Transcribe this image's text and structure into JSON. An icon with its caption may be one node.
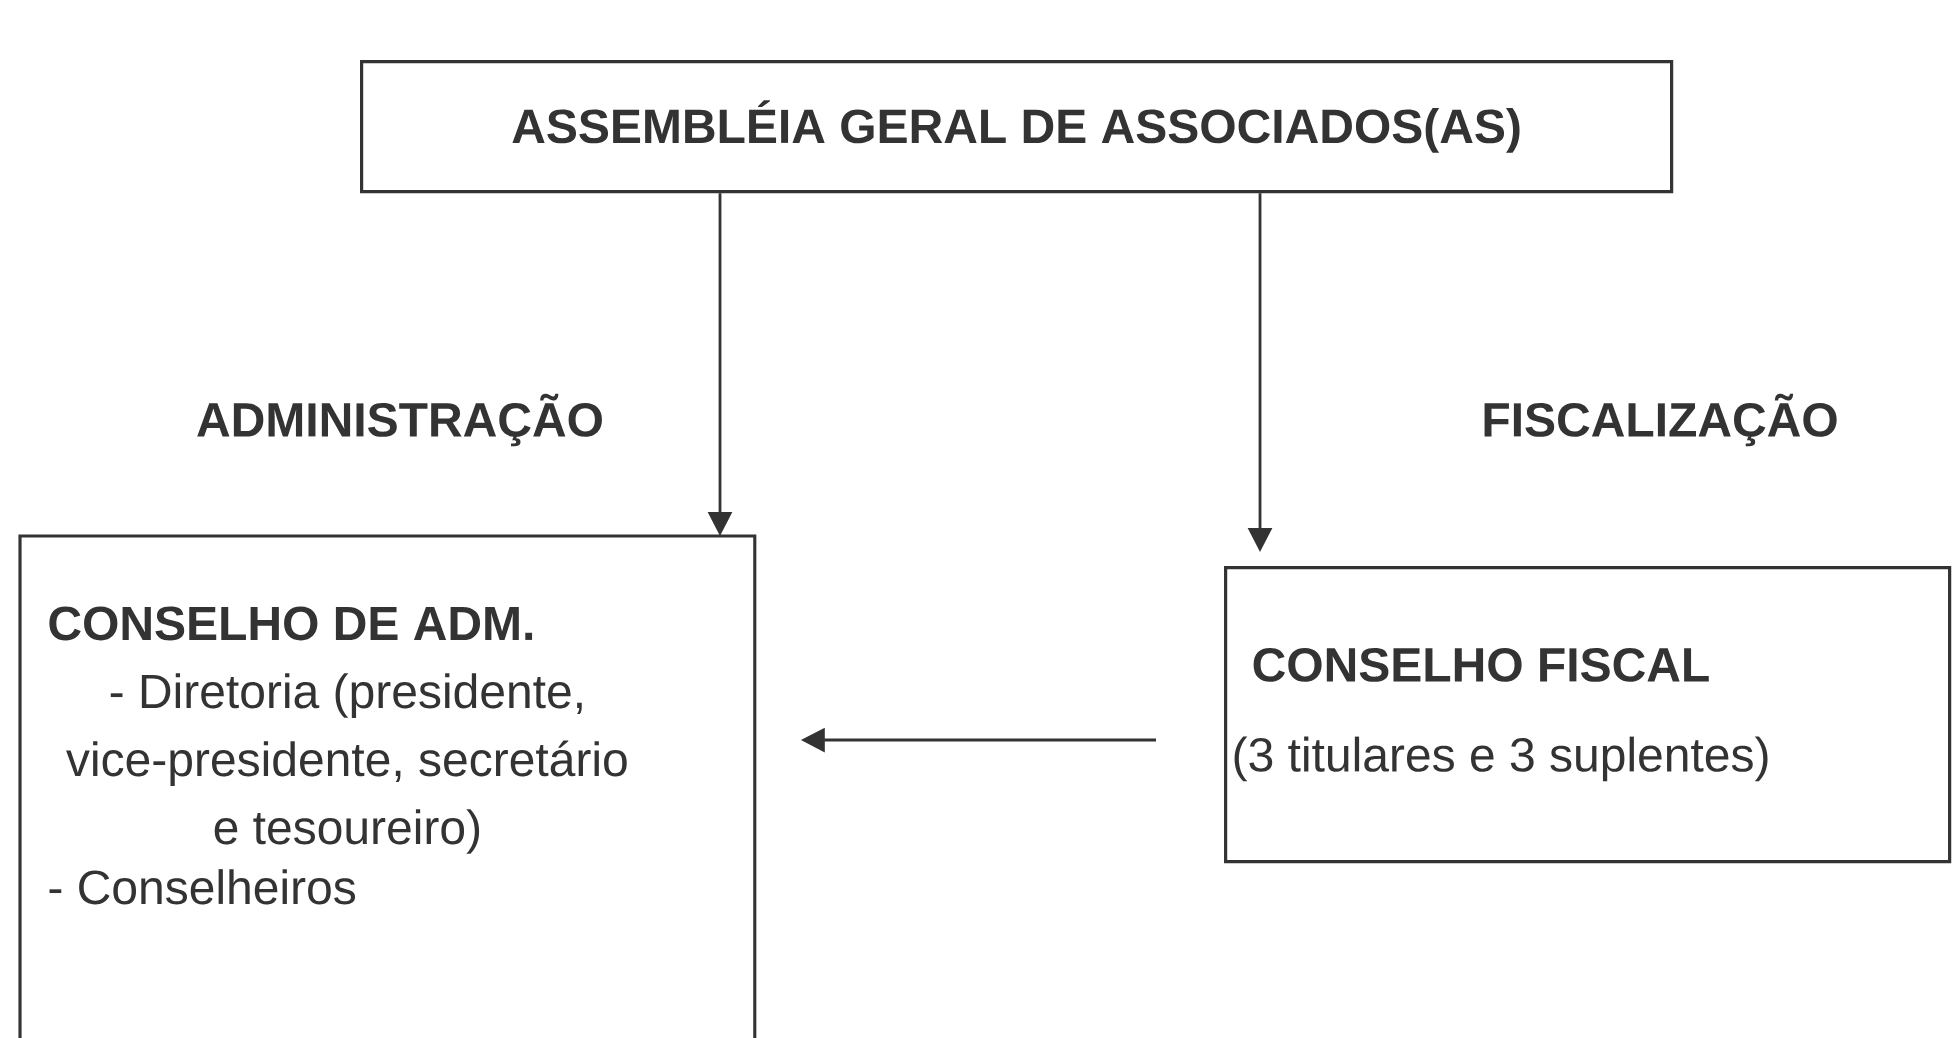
{
  "diagram": {
    "nodes": [
      {
        "text": [
          "ASSEMBLÉIA GERAL DE ASSOCIADOS(AS)"
        ]
      },
      {
        "text": [
          "CONSELHO DE ADM.",
          "- Diretoria (presidente, vice-presidente, secretário e tesoureiro)",
          "- Conselheiros"
        ]
      },
      {
        "text": [
          "CONSELHO FISCAL",
          "(3 titulares e 3 suplentes)"
        ]
      }
    ],
    "edges": [
      {
        "from": 0,
        "to": 1,
        "arrow": "to",
        "label": "ADMINISTRAÇÃO"
      },
      {
        "from": 0,
        "to": 2,
        "arrow": "to",
        "label": "FISCALIZAÇÃO"
      },
      {
        "from": 2,
        "to": 1,
        "arrow": "to"
      }
    ]
  }
}
